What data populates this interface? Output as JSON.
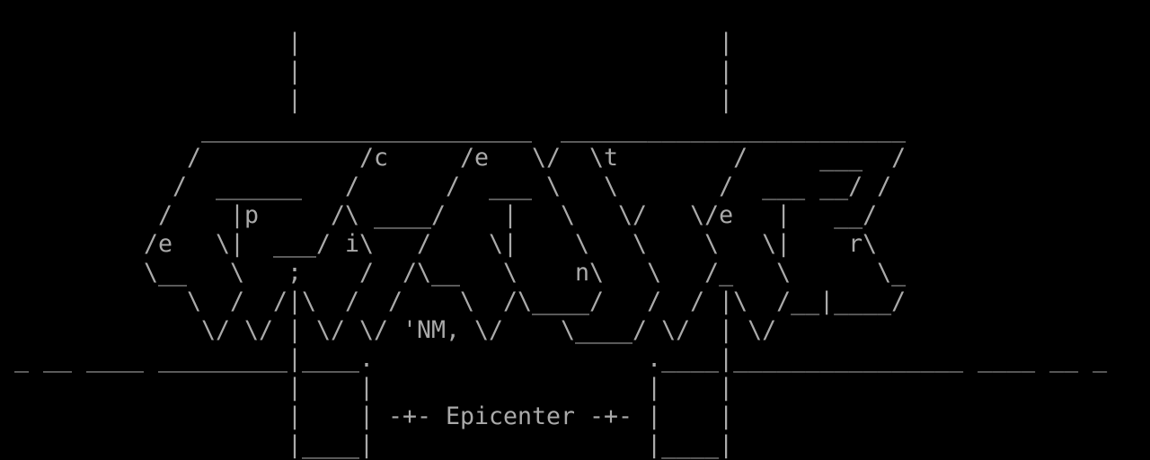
{
  "terminal": {
    "colors": {
      "background": "#000000",
      "foreground": "#aaaaaa"
    },
    "rows": [
      "",
      "                    |                             |",
      "                    |                             |",
      "                    |                             |",
      "              _______________________  ________________________",
      "             /           /c     /e   \\/  \\t        /     ___  /",
      "            /  ______   /      /  ___ \\   \\       /  ___ __/ /",
      "           /    |p     /\\ ____/    |   \\   \\/   \\/e   |   __/",
      "          /e   \\|  ___/ i\\   /    \\|    \\   \\    \\   \\|    r\\",
      "          \\__   \\   ;    /  /\\__   \\    n\\   \\   /_   \\      \\_",
      "             \\  /  /|\\  /  /    \\  /\\____/   /  / |\\  /__|____/",
      "              \\/ \\/ | \\/ \\/ 'NM, \\/    \\____/ \\/  | \\/",
      " _ __ ____ _________|____.                   .____|________________ ____ __ _",
      "                    |    |                   |    |",
      "                    |    | -+- Epicenter -+- |    |",
      "                    |____|                   |____|"
    ]
  }
}
